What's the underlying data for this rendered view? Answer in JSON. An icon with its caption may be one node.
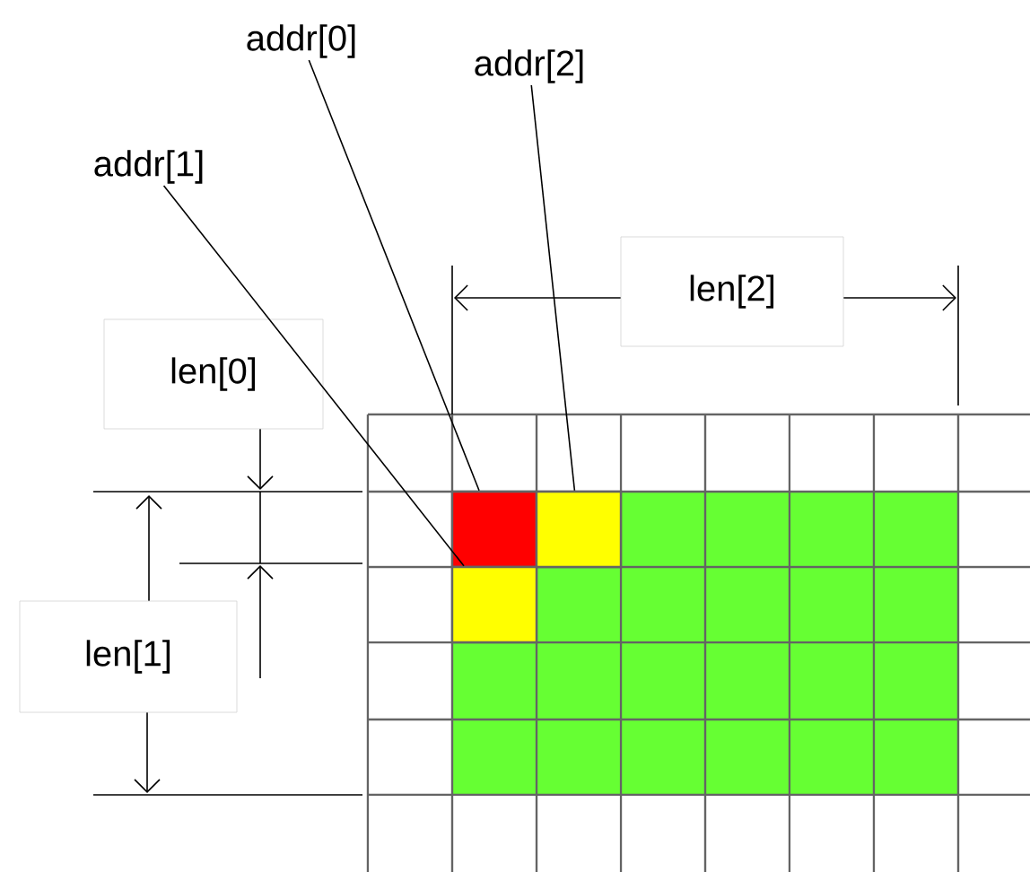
{
  "diagram": {
    "nodes": [
      {
        "text": [
          "addr[0]"
        ]
      },
      {
        "text": [
          "addr[1]"
        ]
      },
      {
        "text": [
          "addr[2]"
        ]
      },
      {
        "text": [],
        "shape": "box"
      },
      {
        "text": [],
        "shape": "box"
      },
      {
        "text": [],
        "shape": "box"
      }
    ],
    "edges": [
      {
        "from": 0,
        "to": 3,
        "arrow": "none"
      },
      {
        "from": 1,
        "to": 5,
        "arrow": "none"
      },
      {
        "from": 2,
        "to": 4,
        "arrow": "none"
      }
    ],
    "labels": [
      "len[2]",
      "len[0]",
      "len[1]"
    ]
  }
}
